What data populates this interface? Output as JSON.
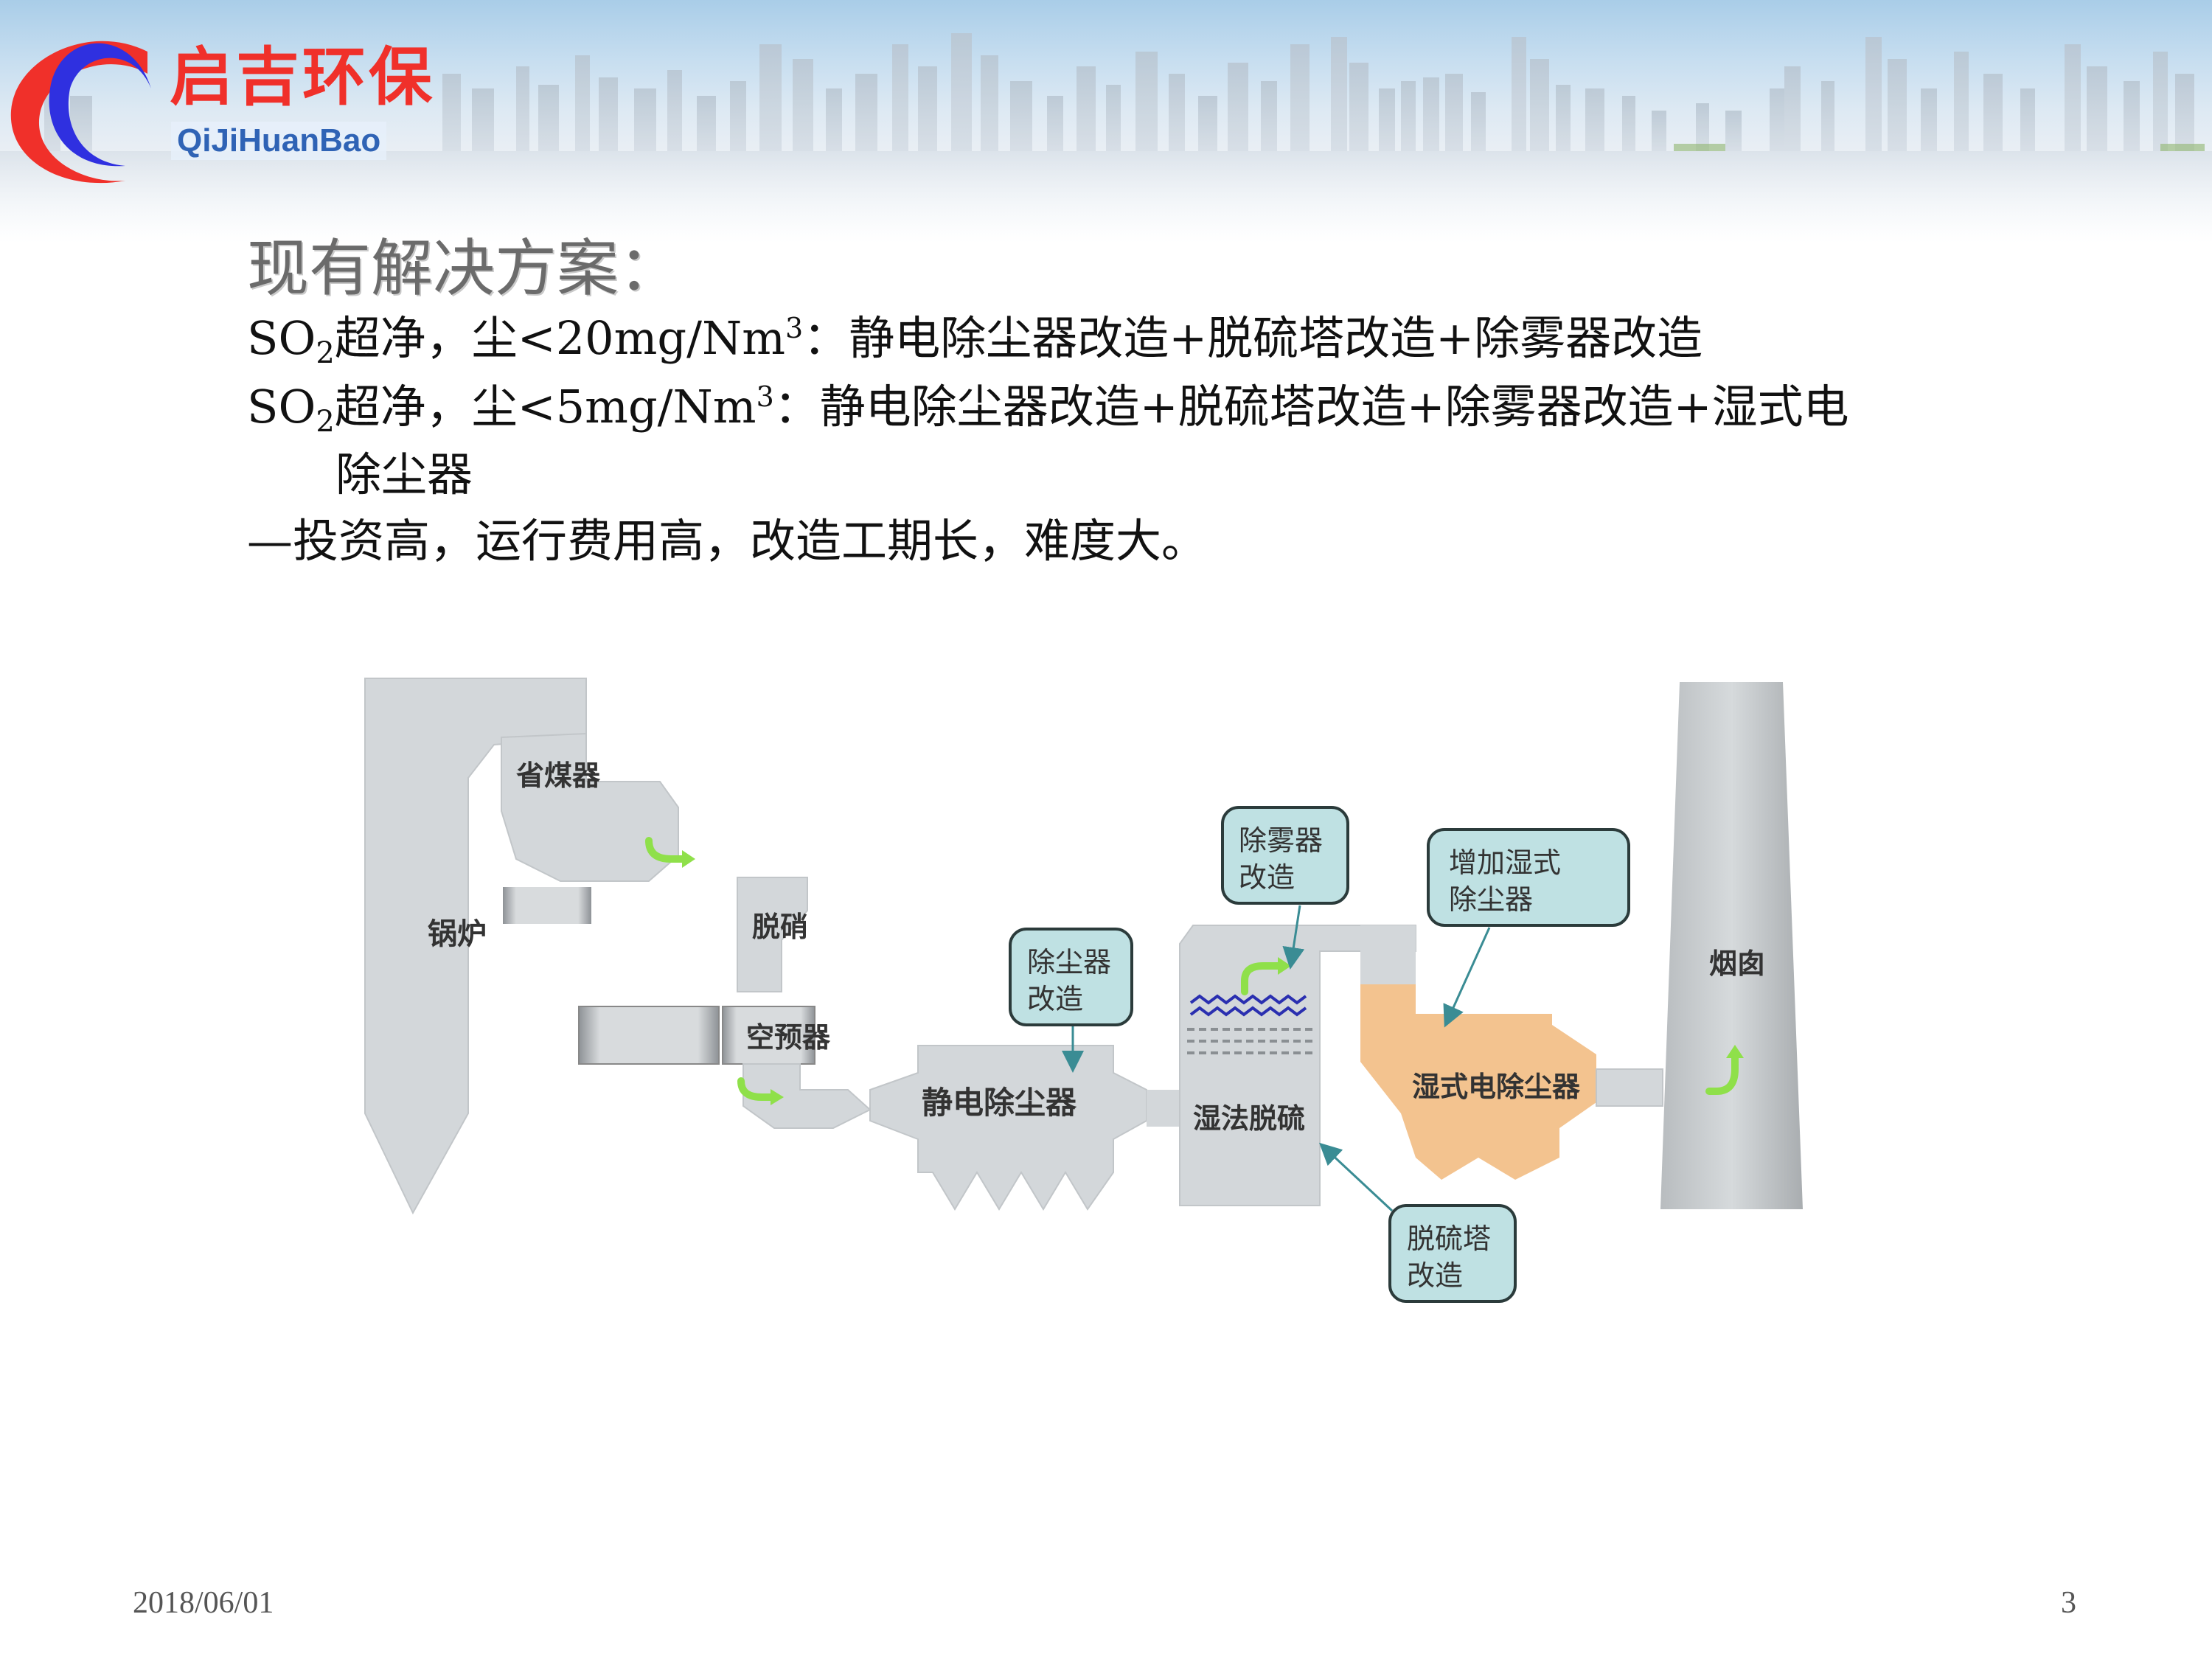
{
  "header": {
    "logo_cn": "启吉环保",
    "logo_en": "QiJiHuanBao",
    "logo_colors": {
      "red": "#f0302a",
      "blue": "#2f30e0",
      "text_blue": "#2f63b5"
    }
  },
  "slide": {
    "title": "现有解决方案：",
    "lines": [
      {
        "prefix": "SO",
        "sub": "2",
        "mid": "超净，尘<20mg/Nm",
        "sup": "3",
        "suffix": "：静电除尘器改造+脱硫塔改造+除雾器改造"
      },
      {
        "prefix": "SO",
        "sub": "2",
        "mid": "超净，尘<5mg/Nm",
        "sup": "3",
        "suffix": "：静电除尘器改造+脱硫塔改造+除雾器改造+湿式电"
      },
      {
        "text": "除尘器"
      },
      {
        "text": "—投资高，运行费用高，改造工期长，难度大。"
      }
    ]
  },
  "diagram": {
    "components": {
      "boiler": "锅炉",
      "economizer": "省煤器",
      "denitration": "脱硝",
      "air_preheater": "空预器",
      "esp": "静电除尘器",
      "wet_fgd": "湿法脱硫",
      "wet_esp": "湿式电除尘器",
      "chimney": "烟囱"
    },
    "callouts": {
      "esp_retrofit": [
        "除尘器",
        "改造"
      ],
      "demister_retrofit": [
        "除雾器",
        "改造"
      ],
      "add_wet_esp": [
        "增加湿式",
        "除尘器"
      ],
      "fgd_retrofit": [
        "脱硫塔",
        "改造"
      ]
    },
    "colors": {
      "equipment_gray": "#d3d7da",
      "wet_esp_orange": "#f3c38f",
      "callout_fill": "#bfe1e3",
      "callout_border": "#2b3b3b",
      "flow_arrow_green": "#8fe04a",
      "pointer_teal": "#3a8c94",
      "demister_wave": "#2a2fb0"
    }
  },
  "footer": {
    "date": "2018/06/01",
    "page_number": "3"
  }
}
